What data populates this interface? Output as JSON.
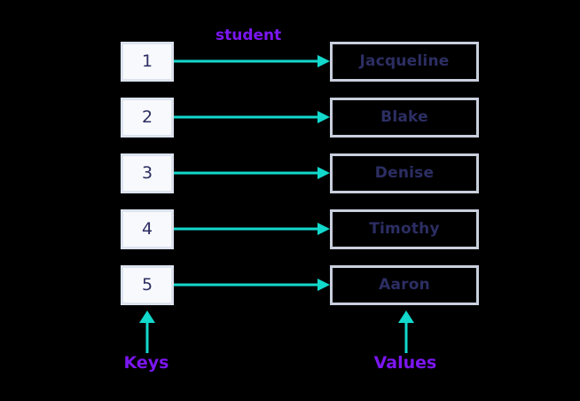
{
  "diagram": {
    "title_annotation": "student",
    "keys_caption": "Keys",
    "values_caption": "Values",
    "pairs": [
      {
        "key": "1",
        "value": "Jacqueline"
      },
      {
        "key": "2",
        "value": "Blake"
      },
      {
        "key": "3",
        "value": "Denise"
      },
      {
        "key": "4",
        "value": "Timothy"
      },
      {
        "key": "5",
        "value": "Aaron"
      }
    ],
    "colors": {
      "background": "#000000",
      "arrow": "#12D9CC",
      "annotation_purple": "#7B16F0",
      "text_navy": "#2C2E63",
      "key_box_fill": "#F8F9FC",
      "key_box_border": "#DCE3EF",
      "value_box_border": "#C9CFDD"
    },
    "icons": {
      "mapping_arrow": "arrow-right-icon",
      "caption_arrow": "arrow-up-icon"
    }
  }
}
